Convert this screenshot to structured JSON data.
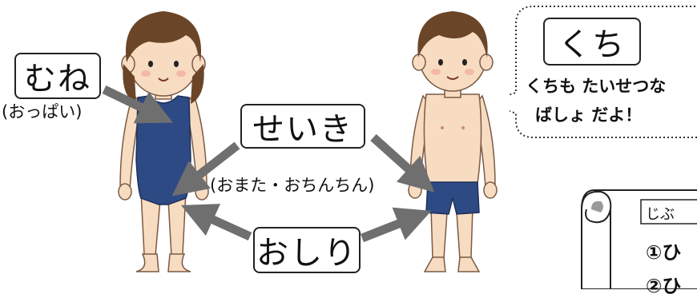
{
  "labels": {
    "mune": "むね",
    "mune_sub": "(おっぱい)",
    "seiki": "せいき",
    "seiki_sub": "(おまた・おちんちん)",
    "oshiri": "おしり",
    "kuchi": "くち"
  },
  "speech_bubble": {
    "line1": "くちも たいせつな",
    "line2": "ばしょ だよ！"
  },
  "scroll_card": {
    "heading": "じぶ",
    "item1": "①ひ",
    "item2": "②ひ"
  },
  "colors": {
    "swimsuit": "#2e4a85",
    "skin": "#f8dcc2",
    "hair": "#6b4528",
    "arrow": "#6f6f6f"
  }
}
